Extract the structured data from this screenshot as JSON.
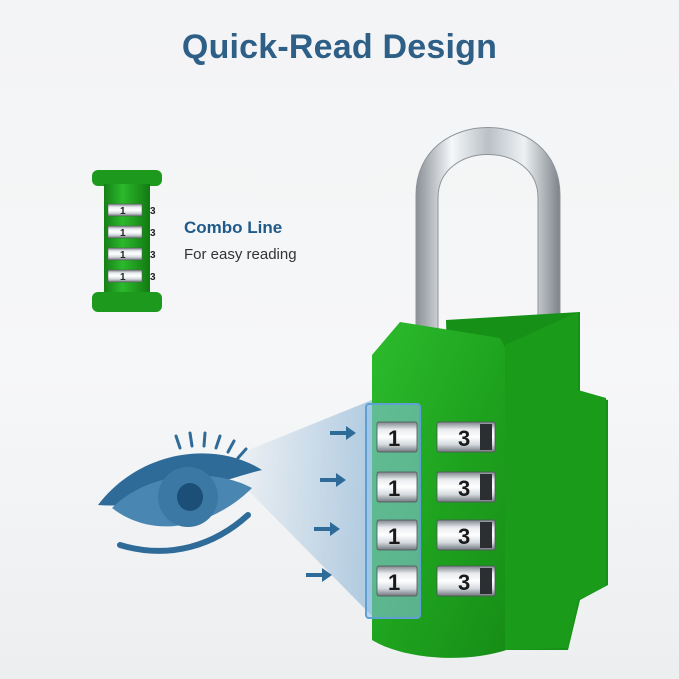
{
  "title": "Quick-Read Design",
  "callout": {
    "title": "Combo Line",
    "subtitle": "For easy reading"
  },
  "dials": {
    "left_digit": "1",
    "right_digit": "3"
  },
  "colors": {
    "title": "#2d5f87",
    "accent": "#1f5a8a",
    "lock_green": "#1fa31f",
    "lock_dark_green": "#138a13",
    "shackle": "#c9ced3",
    "eye": "#3f7aa6"
  },
  "icons": [
    "eye-icon",
    "arrow-right-icon",
    "padlock-icon",
    "dial-cylinder-icon"
  ]
}
